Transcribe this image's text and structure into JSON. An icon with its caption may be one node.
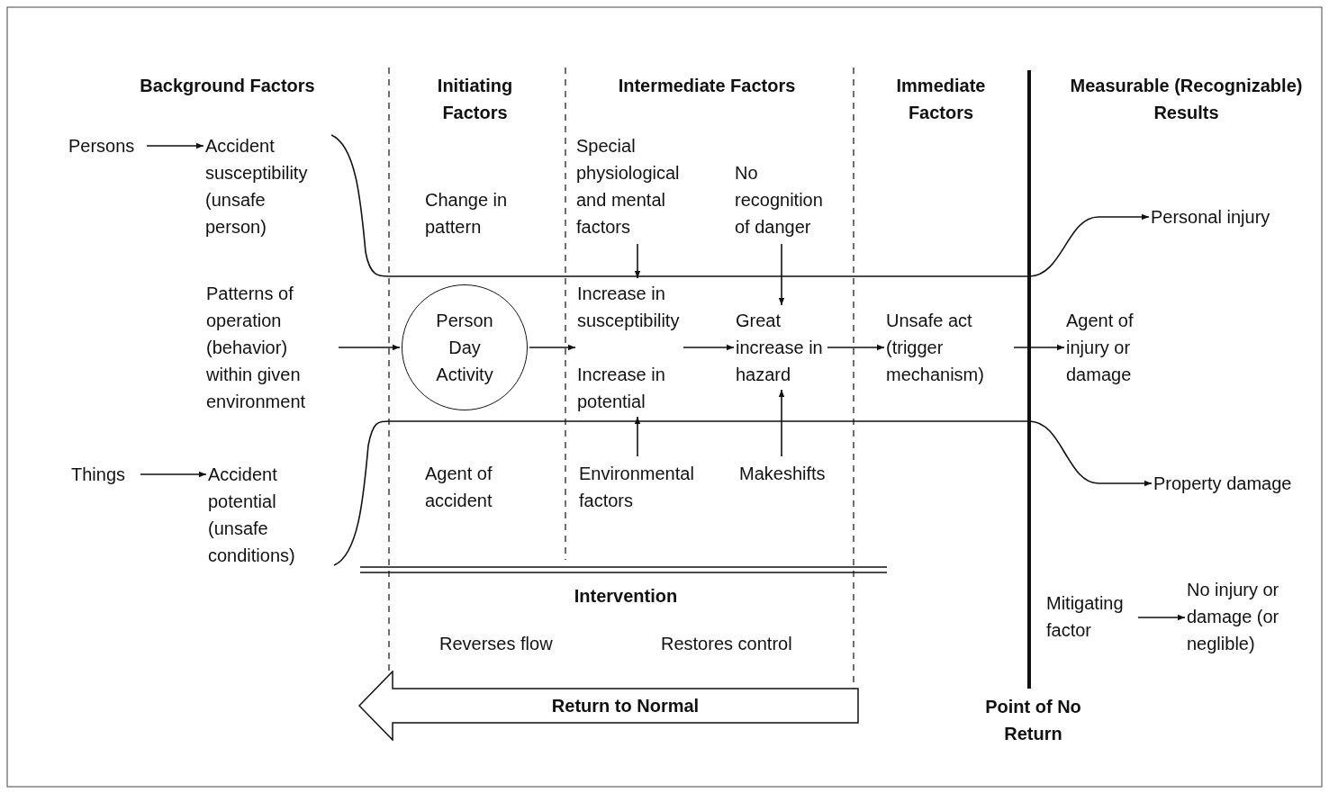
{
  "diagram": {
    "nodes": [
      {
        "text": [
          "Persons"
        ]
      },
      {
        "text": [
          "Accident susceptibility (unsafe person)"
        ]
      },
      {
        "text": [
          "Patterns of operation (behavior) within given environment"
        ]
      },
      {
        "text": [
          "Things"
        ]
      },
      {
        "text": [
          "Accident potential (unsafe conditions)"
        ]
      },
      {
        "text": [
          "Person Day Activity"
        ]
      },
      {
        "text": [
          "Special physiological and mental factors"
        ]
      },
      {
        "text": [
          "No recognition of danger"
        ]
      },
      {
        "text": [
          "Increase in susceptibility",
          "Increase in potential"
        ]
      },
      {
        "text": [
          "Great increase in hazard"
        ]
      },
      {
        "text": [
          "Environmental factors"
        ]
      },
      {
        "text": [
          "Makeshifts"
        ]
      },
      {
        "text": [
          "Unsafe act (trigger mechanism)"
        ]
      },
      {
        "text": [
          "Personal injury"
        ]
      },
      {
        "text": [
          "Agent of injury or damage"
        ]
      },
      {
        "text": [
          "Property damage"
        ]
      },
      {
        "text": [
          "Mitigating factor"
        ]
      },
      {
        "text": [
          "No injury or damage (or neglible)"
        ]
      },
      {
        "text": [
          "Return to Normal"
        ]
      }
    ],
    "edges": [
      {
        "from": 0,
        "to": 1,
        "arrow": "to"
      },
      {
        "from": 3,
        "to": 4,
        "arrow": "to"
      },
      {
        "from": 2,
        "to": 5,
        "arrow": "to"
      },
      {
        "from": 5,
        "to": 8,
        "arrow": "to"
      },
      {
        "from": 6,
        "to": 8,
        "arrow": "to"
      },
      {
        "from": 10,
        "to": 8,
        "arrow": "to"
      },
      {
        "from": 8,
        "to": 9,
        "arrow": "to"
      },
      {
        "from": 7,
        "to": 9,
        "arrow": "to"
      },
      {
        "from": 11,
        "to": 9,
        "arrow": "to"
      },
      {
        "from": 9,
        "to": 12,
        "arrow": "to"
      },
      {
        "from": 12,
        "to": 14,
        "arrow": "to"
      },
      {
        "from": 1,
        "to": 13,
        "arrow": "to"
      },
      {
        "from": 4,
        "to": 15,
        "arrow": "to"
      },
      {
        "from": 16,
        "to": 17,
        "arrow": "to"
      }
    ],
    "labels": [
      "Background Factors",
      "Initiating Factors",
      "Intermediate Factors",
      "Immediate Factors",
      "Measurable (Recognizable) Results",
      "Change in pattern",
      "Agent of accident",
      "Intervention",
      "Reverses flow",
      "Restores control",
      "Point of No Return"
    ]
  }
}
